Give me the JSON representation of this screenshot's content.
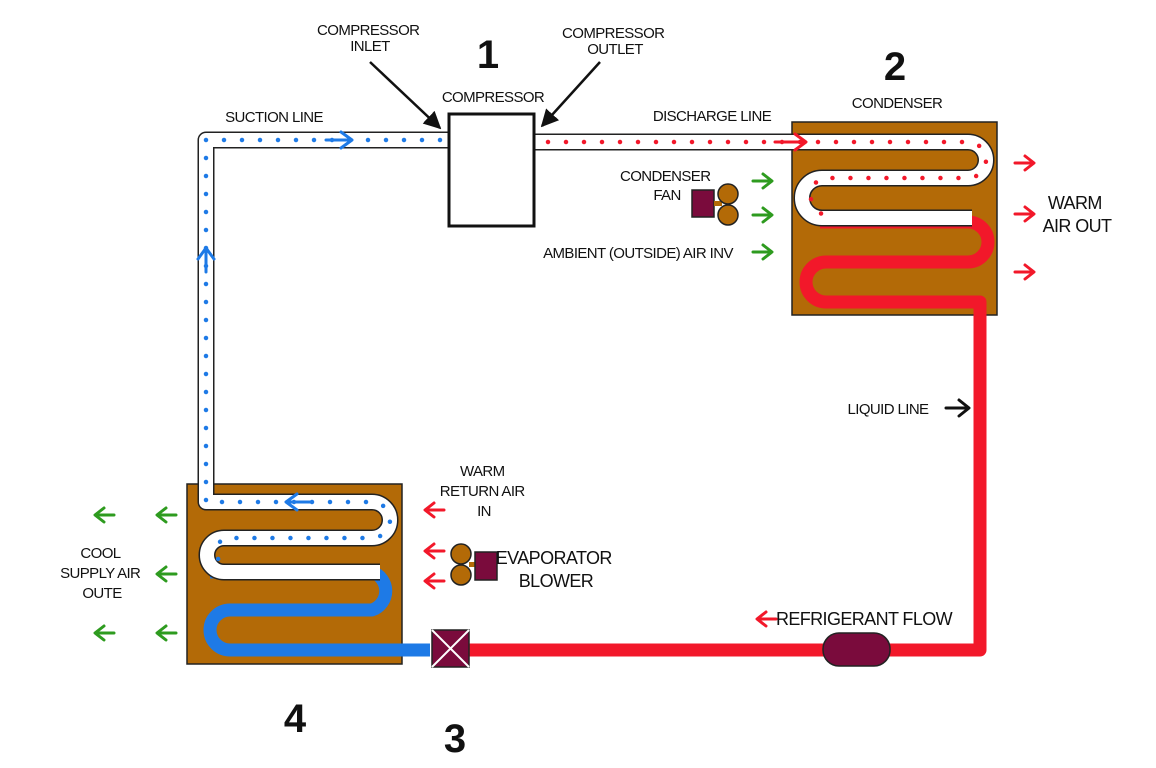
{
  "colors": {
    "hot": "#f2182a",
    "cold": "#1e7ae6",
    "coil": "#b36a07",
    "air_in": "#2e9b1f",
    "drier": "#7a0b3c",
    "fan_blade": "#b36a07"
  },
  "icons": [
    "arrow-right-icon",
    "arrow-left-icon",
    "fan-icon",
    "filter-drier-icon",
    "expansion-valve-icon"
  ],
  "stages": {
    "compressor": "1",
    "condenser": "2",
    "expansion": "3",
    "evaporator": "4"
  },
  "labels": {
    "compressor_inlet": [
      "COMPRESSOR",
      "INLET"
    ],
    "compressor_outlet": [
      "COMPRESSOR",
      "OUTLET"
    ],
    "compressor": "COMPRESSOR",
    "suction_line": "SUCTION LINE",
    "discharge_line": "DISCHARGE LINE",
    "condenser": "CONDENSER",
    "condenser_fan": [
      "CONDENSER",
      "FAN"
    ],
    "ambient_air": "AMBIENT (OUTSIDE) AIR INV",
    "warm_air_out": [
      "WARM",
      "AIR OUT"
    ],
    "liquid_line": "LIQUID LINE",
    "warm_return_air": [
      "WARM",
      "RETURN AIR",
      "IN"
    ],
    "evaporator_blower": [
      "EVAPORATOR",
      "BLOWER"
    ],
    "cool_supply_air": [
      "COOL",
      "SUPPLY AIR",
      "OUTE"
    ],
    "refrigerant_flow": "REFRIGERANT FLOW"
  }
}
